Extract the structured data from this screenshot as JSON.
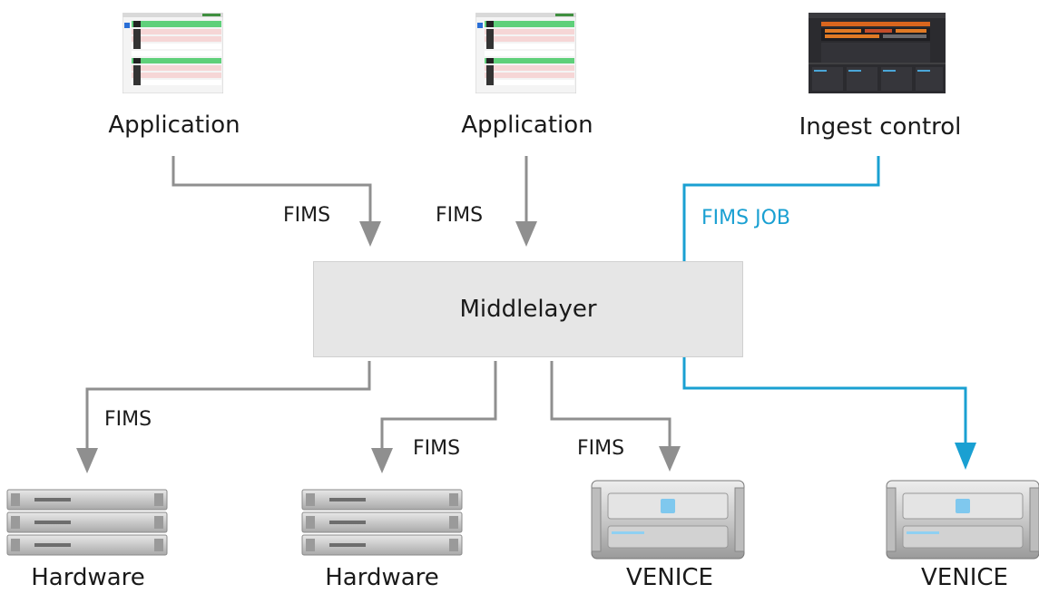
{
  "colors": {
    "connector": "#8f8f8f",
    "accent": "#1aa0d2",
    "middlelayer_fill": "#e6e6e6"
  },
  "nodes": {
    "application_left": {
      "label": "Application",
      "icon": "application-screenshot-icon"
    },
    "application_center": {
      "label": "Application",
      "icon": "application-screenshot-icon"
    },
    "ingest_control": {
      "label": "Ingest control",
      "icon": "ingest-control-screenshot-icon"
    },
    "middlelayer": {
      "label": "Middlelayer"
    },
    "hardware_left": {
      "label": "Hardware",
      "icon": "rack-server-icon"
    },
    "hardware_center": {
      "label": "Hardware",
      "icon": "rack-server-icon"
    },
    "venice_left": {
      "label": "VENICE",
      "icon": "venice-server-icon"
    },
    "venice_right": {
      "label": "VENICE",
      "icon": "venice-server-icon"
    }
  },
  "connections": {
    "app_left_to_middle": "FIMS",
    "app_center_to_middle": "FIMS",
    "ingest_to_venice": "FIMS JOB",
    "middle_to_hardware_left": "FIMS",
    "middle_to_hardware_center": "FIMS",
    "middle_to_venice_left": "FIMS"
  }
}
